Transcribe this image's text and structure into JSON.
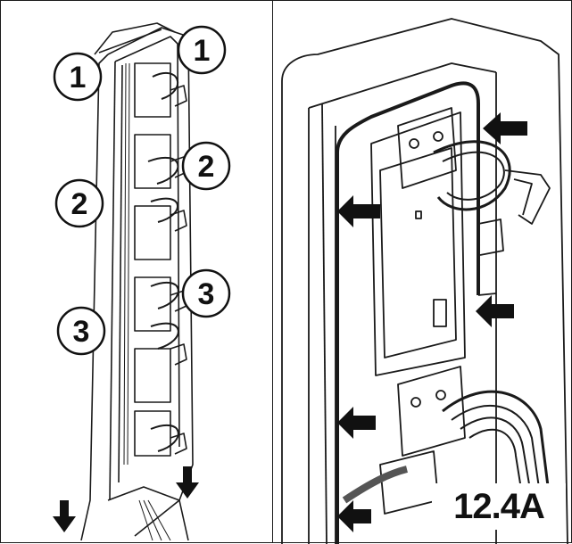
{
  "figure": {
    "label": "12.4A",
    "callouts": [
      {
        "id": "c1a",
        "text": "1"
      },
      {
        "id": "c1b",
        "text": "1"
      },
      {
        "id": "c2a",
        "text": "2"
      },
      {
        "id": "c2b",
        "text": "2"
      },
      {
        "id": "c3a",
        "text": "3"
      },
      {
        "id": "c3b",
        "text": "3"
      }
    ]
  },
  "icons": {
    "arrow": "down-arrow-icon",
    "pointer": "left-arrow-icon"
  },
  "colors": {
    "line": "#1a1a1a",
    "fill": "#ffffff",
    "arrow": "#111111"
  }
}
